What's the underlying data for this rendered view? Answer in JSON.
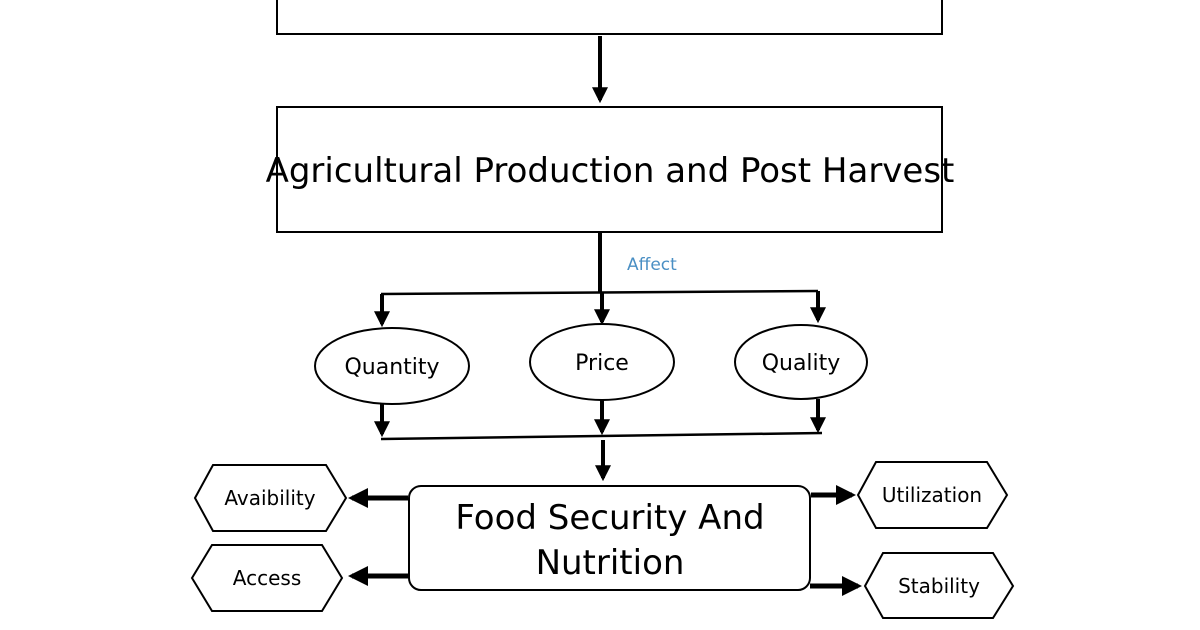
{
  "diagram": {
    "top_box_label": "",
    "production_box": {
      "label": "Agricultural Production and Post Harvest"
    },
    "affect_label": "Affect",
    "factors": [
      {
        "label": "Quantity"
      },
      {
        "label": "Price"
      },
      {
        "label": "Quality"
      }
    ],
    "central_box": {
      "line1": "Food Security And",
      "line2": "Nutrition"
    },
    "outcomes_left": [
      {
        "label": "Avaibility"
      },
      {
        "label": "Access"
      }
    ],
    "outcomes_right": [
      {
        "label": "Utilization"
      },
      {
        "label": "Stability"
      }
    ]
  }
}
